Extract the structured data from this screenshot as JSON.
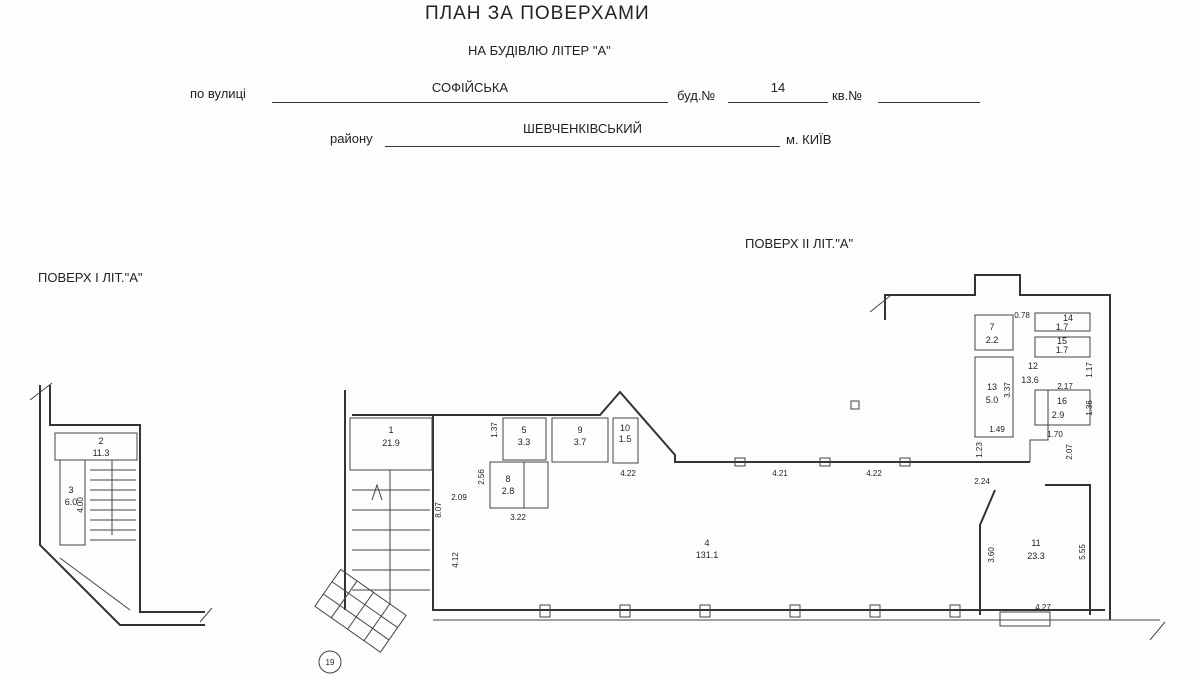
{
  "header": {
    "title": "ПЛАН ЗА ПОВЕРХАМИ",
    "subtitle": "НА БУДІВЛЮ ЛІТЕР \"А\"",
    "street_label": "по вулиці",
    "street_value": "СОФІЙСЬКА",
    "building_label": "буд.№",
    "building_value": "14",
    "apartment_label": "кв.№",
    "apartment_value": "",
    "district_label": "району",
    "district_value": "ШЕВЧЕНКІВСЬКИЙ",
    "city_label": "м. КИЇВ"
  },
  "floors": {
    "floor1_label": "ПОВЕРХ I ЛІТ.\"А\"",
    "floor2_label": "ПОВЕРХ II ЛІТ.\"А\""
  },
  "rooms": [
    {
      "number": "2",
      "area": "11.3"
    },
    {
      "number": "3",
      "area": "6.0"
    },
    {
      "number": "1",
      "area": "21.9"
    },
    {
      "number": "5",
      "area": "3.3"
    },
    {
      "number": "9",
      "area": "3.7"
    },
    {
      "number": "10",
      "area": "1.5"
    },
    {
      "number": "8",
      "area": "2.8"
    },
    {
      "number": "4",
      "area": "131.1"
    },
    {
      "number": "7",
      "area": "2.2"
    },
    {
      "number": "13",
      "area": "5.0"
    },
    {
      "number": "14",
      "area": "1.7"
    },
    {
      "number": "15",
      "area": "1.7"
    },
    {
      "number": "12",
      "area": "13.6"
    },
    {
      "number": "16",
      "area": "2.9"
    },
    {
      "number": "11",
      "area": "23.3"
    }
  ],
  "dimensions": [
    "4.00",
    "1.37",
    "2.56",
    "2.09",
    "8.07",
    "3.22",
    "4.22",
    "4.21",
    "4.22",
    "4.12",
    "2.24",
    "1.23",
    "1.49",
    "3.37",
    "0.78",
    "1.17",
    "2.17",
    "1.36",
    "1.70",
    "2.07",
    "3.60",
    "5.55",
    "4.27"
  ],
  "entrance_marker": "19"
}
